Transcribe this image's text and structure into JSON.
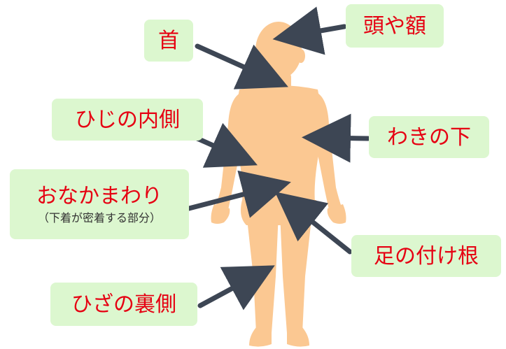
{
  "colors": {
    "skin": "#fbc892",
    "arrow": "#3d4654",
    "label_bg": "#dcf7cf",
    "label_text": "#e60012",
    "sub_text": "#333333"
  },
  "labels": {
    "head": "頭や額",
    "neck": "首",
    "elbow": "ひじの内側",
    "armpit": "わきの下",
    "waist": "おなかまわり",
    "waist_note": "（下着が密着する部分）",
    "groin": "足の付け根",
    "knee": "ひざの裏側"
  }
}
